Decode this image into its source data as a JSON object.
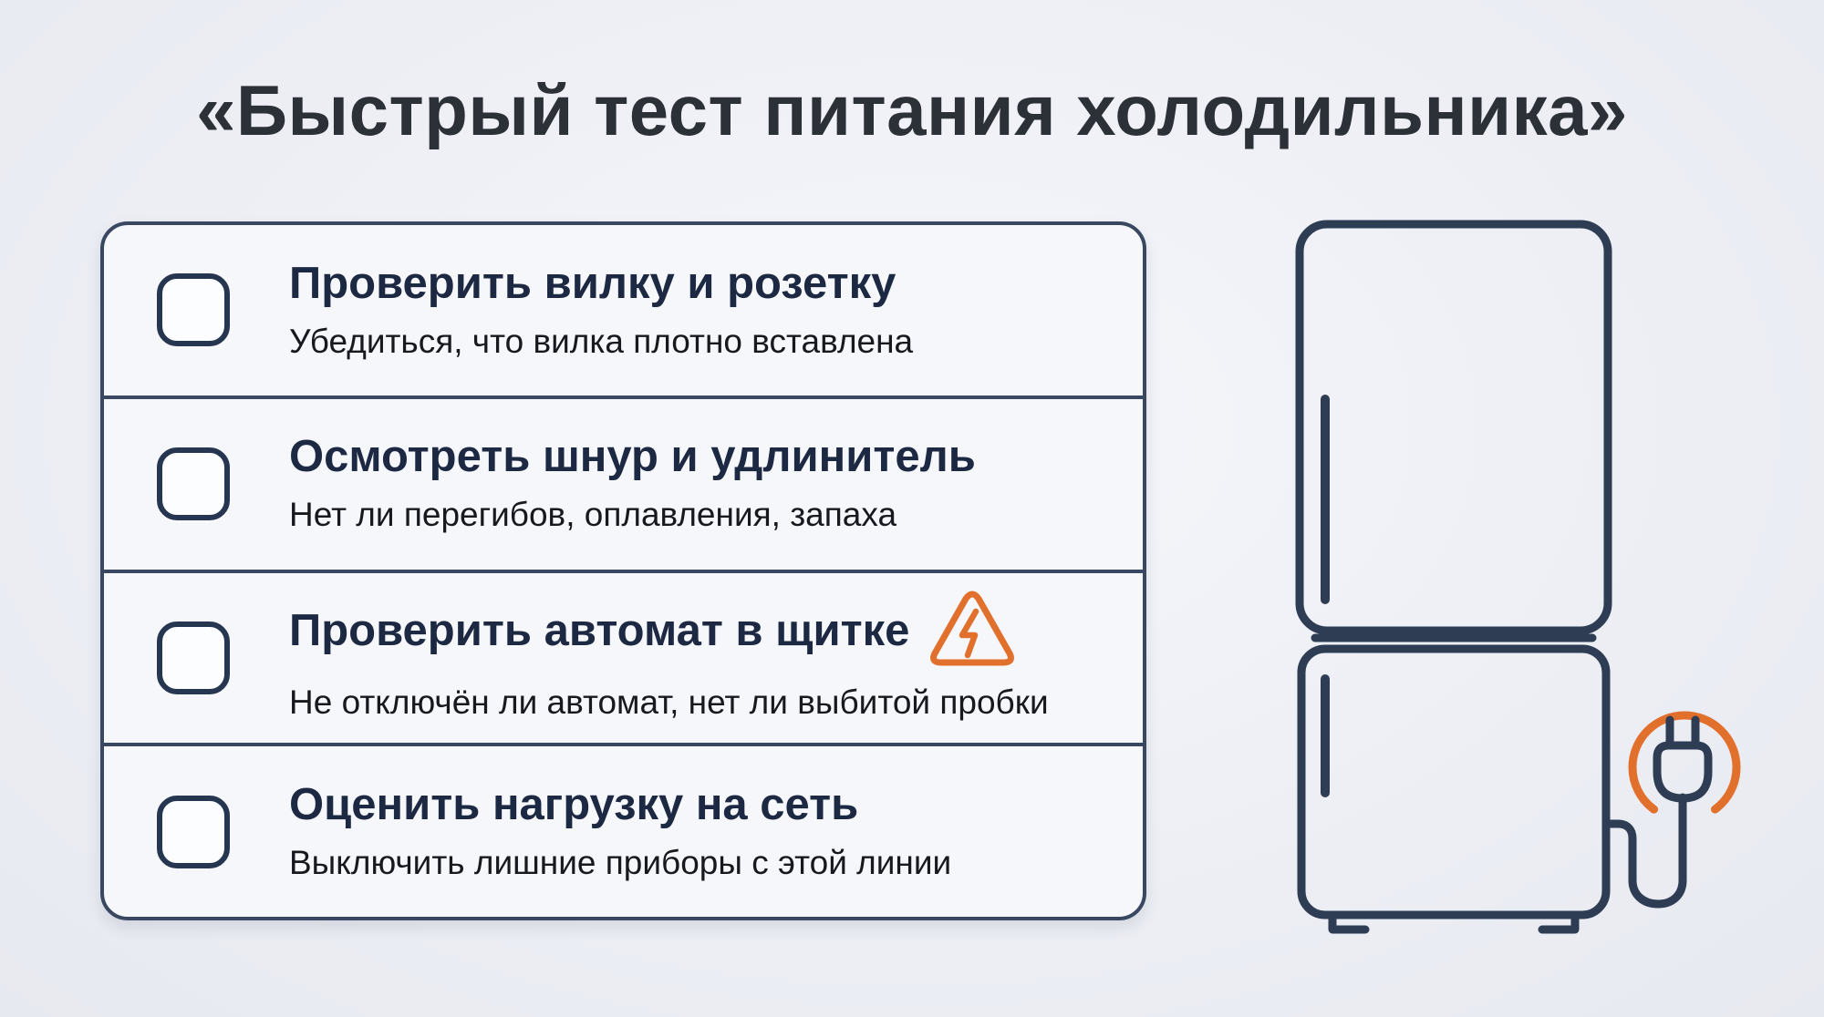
{
  "title": "«Быстрый тест питания холодильника»",
  "checklist": {
    "checkbox_state": "unchecked",
    "items": [
      {
        "title": "Проверить вилку и розетку",
        "subtitle": "Убедиться, что вилка плотно вставлена",
        "warning": false
      },
      {
        "title": "Осмотреть шнур и удлинитель",
        "subtitle": "Нет ли перегибов, оплавления, запаха",
        "warning": false
      },
      {
        "title": "Проверить автомат в щитке",
        "subtitle": "Не отключён ли автомат, нет ли выбитой пробки",
        "warning": true
      },
      {
        "title": "Оценить нагрузку на сеть",
        "subtitle": "Выключить лишние приборы с этой линии",
        "warning": false
      }
    ]
  },
  "illustration": {
    "name": "fridge-with-power-plug",
    "icons": [
      "fridge-icon",
      "power-plug-icon",
      "power-cord",
      "warning-triangle-icon"
    ]
  },
  "colors": {
    "background": "#EDEFF5",
    "panel_fill": "#F5F7FB",
    "panel_border": "#394760",
    "line_art_navy": "#2E3D53",
    "item_title_navy": "#1D2942",
    "subtitle_dark": "#17191F",
    "heading_dark": "#2C3037",
    "accent_orange": "#E2702D"
  }
}
